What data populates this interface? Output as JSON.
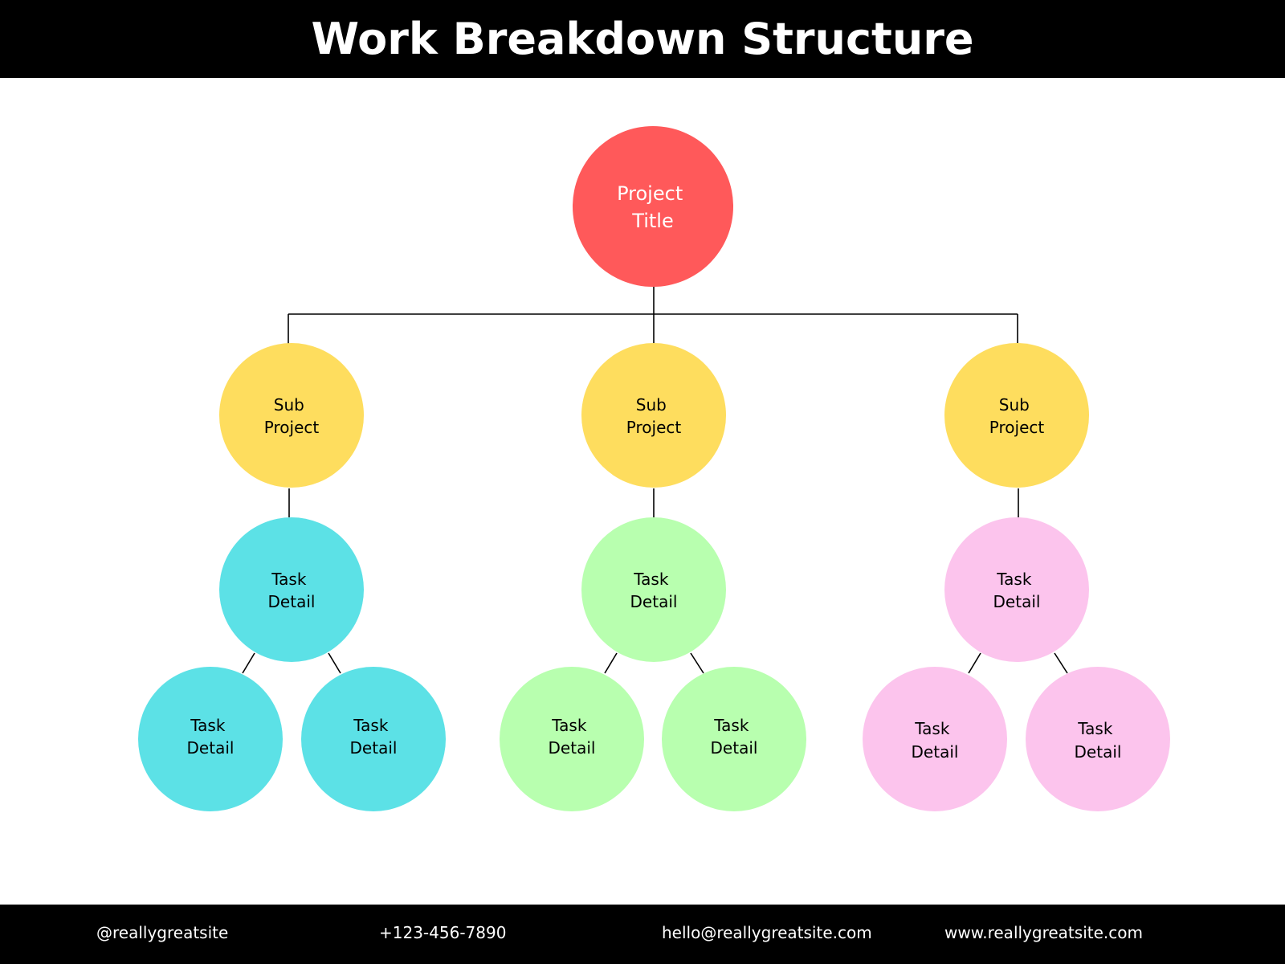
{
  "title": "Work Breakdown Structure",
  "colors": {
    "root": "#FF595A",
    "sub_project": "#FEDD5E",
    "branch_1": "#5CE1E6",
    "branch_2": "#B8FFAF",
    "branch_3": "#FCC4ED",
    "line": "#000000"
  },
  "diagram": {
    "root": {
      "line1": "Project",
      "line2": "Title"
    },
    "branches": [
      {
        "sub_project": {
          "line1": "Sub",
          "line2": "Project"
        },
        "task": {
          "line1": "Task",
          "line2": "Detail"
        },
        "subtasks": [
          {
            "line1": "Task",
            "line2": "Detail"
          },
          {
            "line1": "Task",
            "line2": "Detail"
          }
        ]
      },
      {
        "sub_project": {
          "line1": "Sub",
          "line2": "Project"
        },
        "task": {
          "line1": "Task",
          "line2": "Detail"
        },
        "subtasks": [
          {
            "line1": "Task",
            "line2": "Detail"
          },
          {
            "line1": "Task",
            "line2": "Detail"
          }
        ]
      },
      {
        "sub_project": {
          "line1": "Sub",
          "line2": "Project"
        },
        "task": {
          "line1": "Task",
          "line2": "Detail"
        },
        "subtasks": [
          {
            "line1": "Task",
            "line2": "Detail"
          },
          {
            "line1": "Task",
            "line2": "Detail"
          }
        ]
      }
    ]
  },
  "footer": {
    "social": "@reallygreatsite",
    "phone": "+123-456-7890",
    "email": "hello@reallygreatsite.com",
    "website": "www.reallygreatsite.com"
  }
}
